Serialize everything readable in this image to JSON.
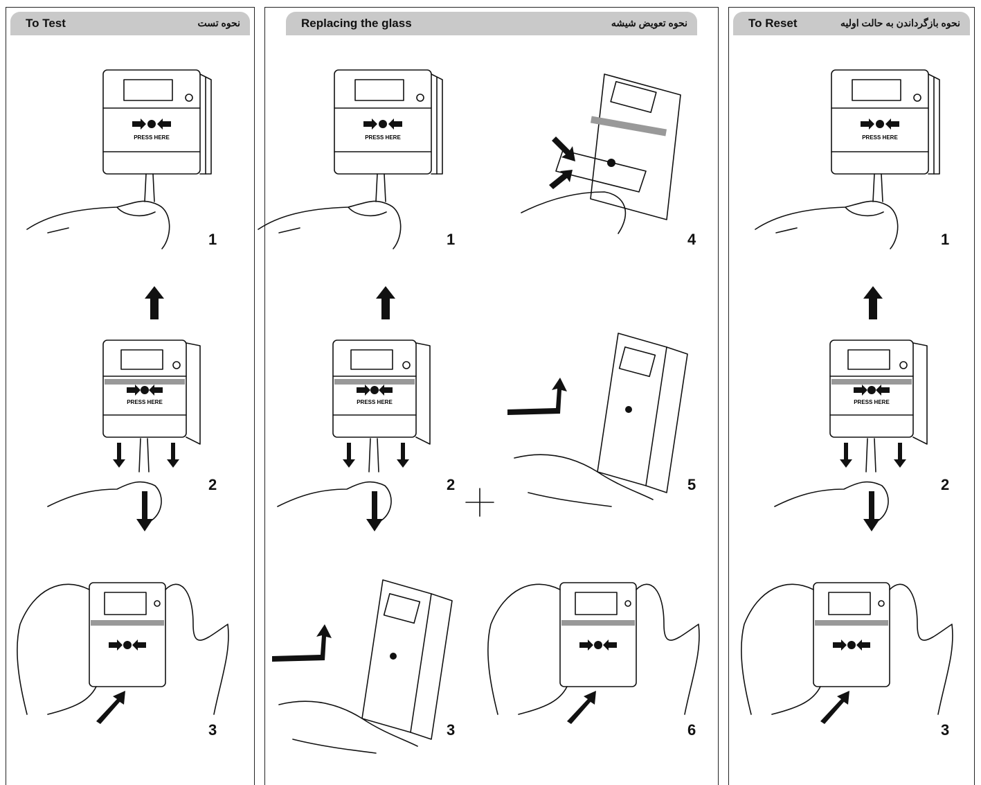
{
  "panels": [
    {
      "title_en": "To Test",
      "title_fa": "نحوه تست",
      "steps": [
        "1",
        "2",
        "3"
      ]
    },
    {
      "title_en": "Replacing the glass",
      "title_fa": "نحوه تعویض شیشه",
      "steps": [
        "1",
        "2",
        "3",
        "4",
        "5",
        "6"
      ]
    },
    {
      "title_en": "To Reset",
      "title_fa": "نحوه بازگرداندن به حالت اولیه",
      "steps": [
        "1",
        "2",
        "3"
      ]
    }
  ],
  "device_label": "PRESS HERE"
}
